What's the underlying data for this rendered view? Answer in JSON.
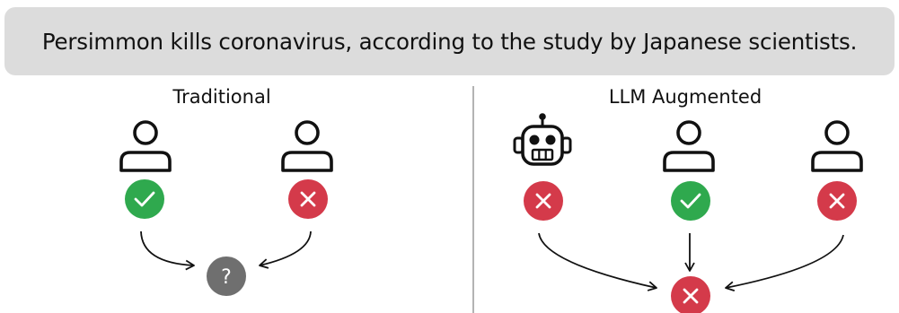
{
  "claim": {
    "text": "Persimmon kills coronavirus, according to the study by Japanese scientists."
  },
  "traditional": {
    "heading": "Traditional",
    "verdicts": [
      "correct",
      "incorrect"
    ],
    "outcome_symbol": "?"
  },
  "llm_augmented": {
    "heading": "LLM Augmented",
    "verdicts": [
      "incorrect",
      "correct",
      "incorrect"
    ],
    "outcome": "incorrect"
  },
  "colors": {
    "correct": "#2fa94e",
    "incorrect": "#d43a4a",
    "unknown": "#6f6f6f",
    "claim_background": "#dcdcdc",
    "divider": "#b3b3b3"
  },
  "icons": {
    "human": "person-icon",
    "llm": "robot-icon",
    "correct": "check-icon",
    "incorrect": "cross-icon",
    "unknown": "question-icon"
  }
}
